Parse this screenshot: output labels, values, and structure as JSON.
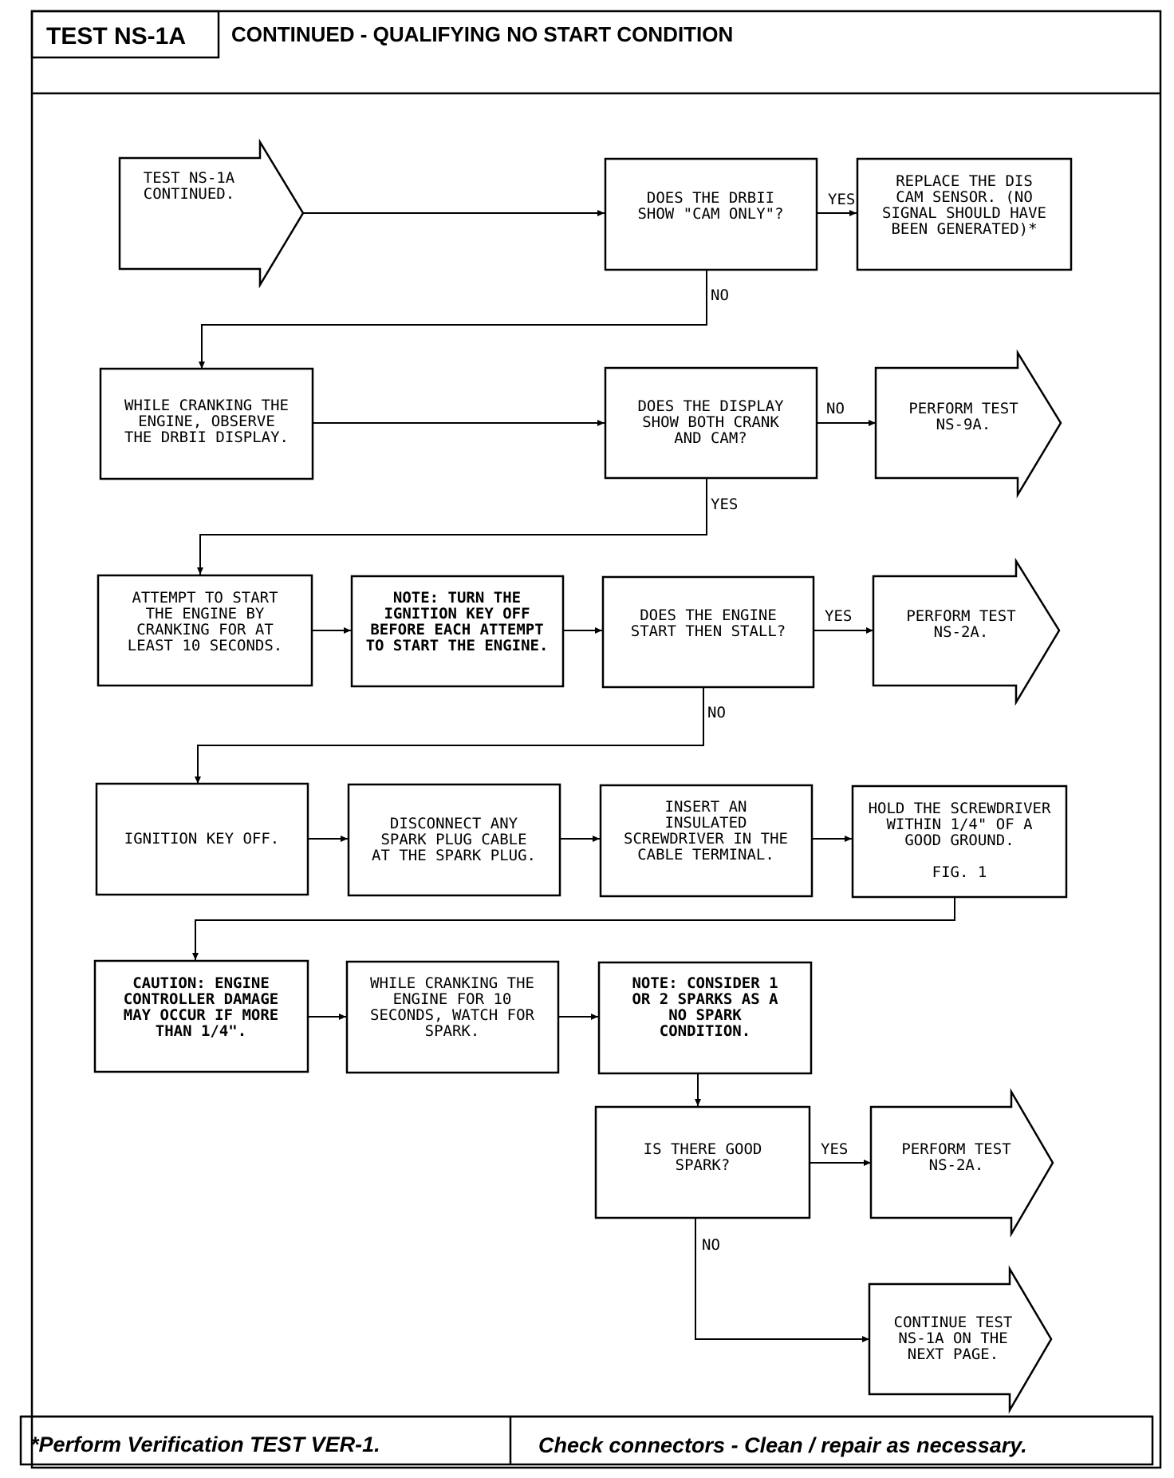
{
  "header": {
    "test_id": "TEST NS-1A",
    "title": "CONTINUED - QUALIFYING NO START CONDITION"
  },
  "nodes": {
    "start": [
      "TEST NS-1A",
      "CONTINUED."
    ],
    "q_cam_only": [
      "DOES THE DRBII",
      "SHOW \"CAM ONLY\"?"
    ],
    "replace_cam": [
      "REPLACE THE DIS",
      "CAM SENSOR. (NO",
      "SIGNAL SHOULD HAVE",
      "BEEN GENERATED)*"
    ],
    "observe_display": [
      "WHILE CRANKING THE",
      "ENGINE, OBSERVE",
      "THE DRBII DISPLAY."
    ],
    "q_both": [
      "DOES THE DISPLAY",
      "SHOW BOTH CRANK",
      "AND CAM?"
    ],
    "perform_ns9a": [
      "PERFORM TEST",
      "NS-9A."
    ],
    "attempt_start": [
      "ATTEMPT TO START",
      "THE ENGINE BY",
      "CRANKING FOR AT",
      "LEAST 10 SECONDS."
    ],
    "note_key_off": [
      "NOTE: TURN THE",
      "IGNITION KEY OFF",
      "BEFORE EACH ATTEMPT",
      "TO START THE ENGINE."
    ],
    "q_start_stall": [
      "DOES THE ENGINE",
      "START THEN STALL?"
    ],
    "perform_ns2a_1": [
      "PERFORM TEST",
      "NS-2A."
    ],
    "ignition_off": [
      "IGNITION KEY OFF."
    ],
    "disconnect": [
      "DISCONNECT ANY",
      "SPARK PLUG CABLE",
      "AT THE SPARK PLUG."
    ],
    "insert_screwdriver": [
      "INSERT AN",
      "INSULATED",
      "SCREWDRIVER IN THE",
      "CABLE TERMINAL."
    ],
    "hold_screwdriver": [
      "HOLD THE SCREWDRIVER",
      "WITHIN 1/4\" OF A",
      "GOOD GROUND.",
      "",
      "FIG. 1"
    ],
    "caution": [
      "CAUTION: ENGINE",
      "CONTROLLER DAMAGE",
      "MAY OCCUR IF MORE",
      "THAN 1/4\"."
    ],
    "watch_spark": [
      "WHILE CRANKING THE",
      "ENGINE FOR 10",
      "SECONDS, WATCH FOR",
      "SPARK."
    ],
    "note_sparks": [
      "NOTE: CONSIDER 1",
      "OR 2 SPARKS AS A",
      "NO SPARK",
      "CONDITION."
    ],
    "q_good_spark": [
      "IS THERE GOOD",
      "SPARK?"
    ],
    "perform_ns2a_2": [
      "PERFORM TEST",
      "NS-2A."
    ],
    "continue": [
      "CONTINUE TEST",
      "NS-1A ON THE",
      "NEXT PAGE."
    ]
  },
  "labels": {
    "yes": "YES",
    "no": "NO"
  },
  "footer": {
    "left": "*Perform Verification TEST VER-1.",
    "right": "Check connectors - Clean / repair as necessary."
  }
}
